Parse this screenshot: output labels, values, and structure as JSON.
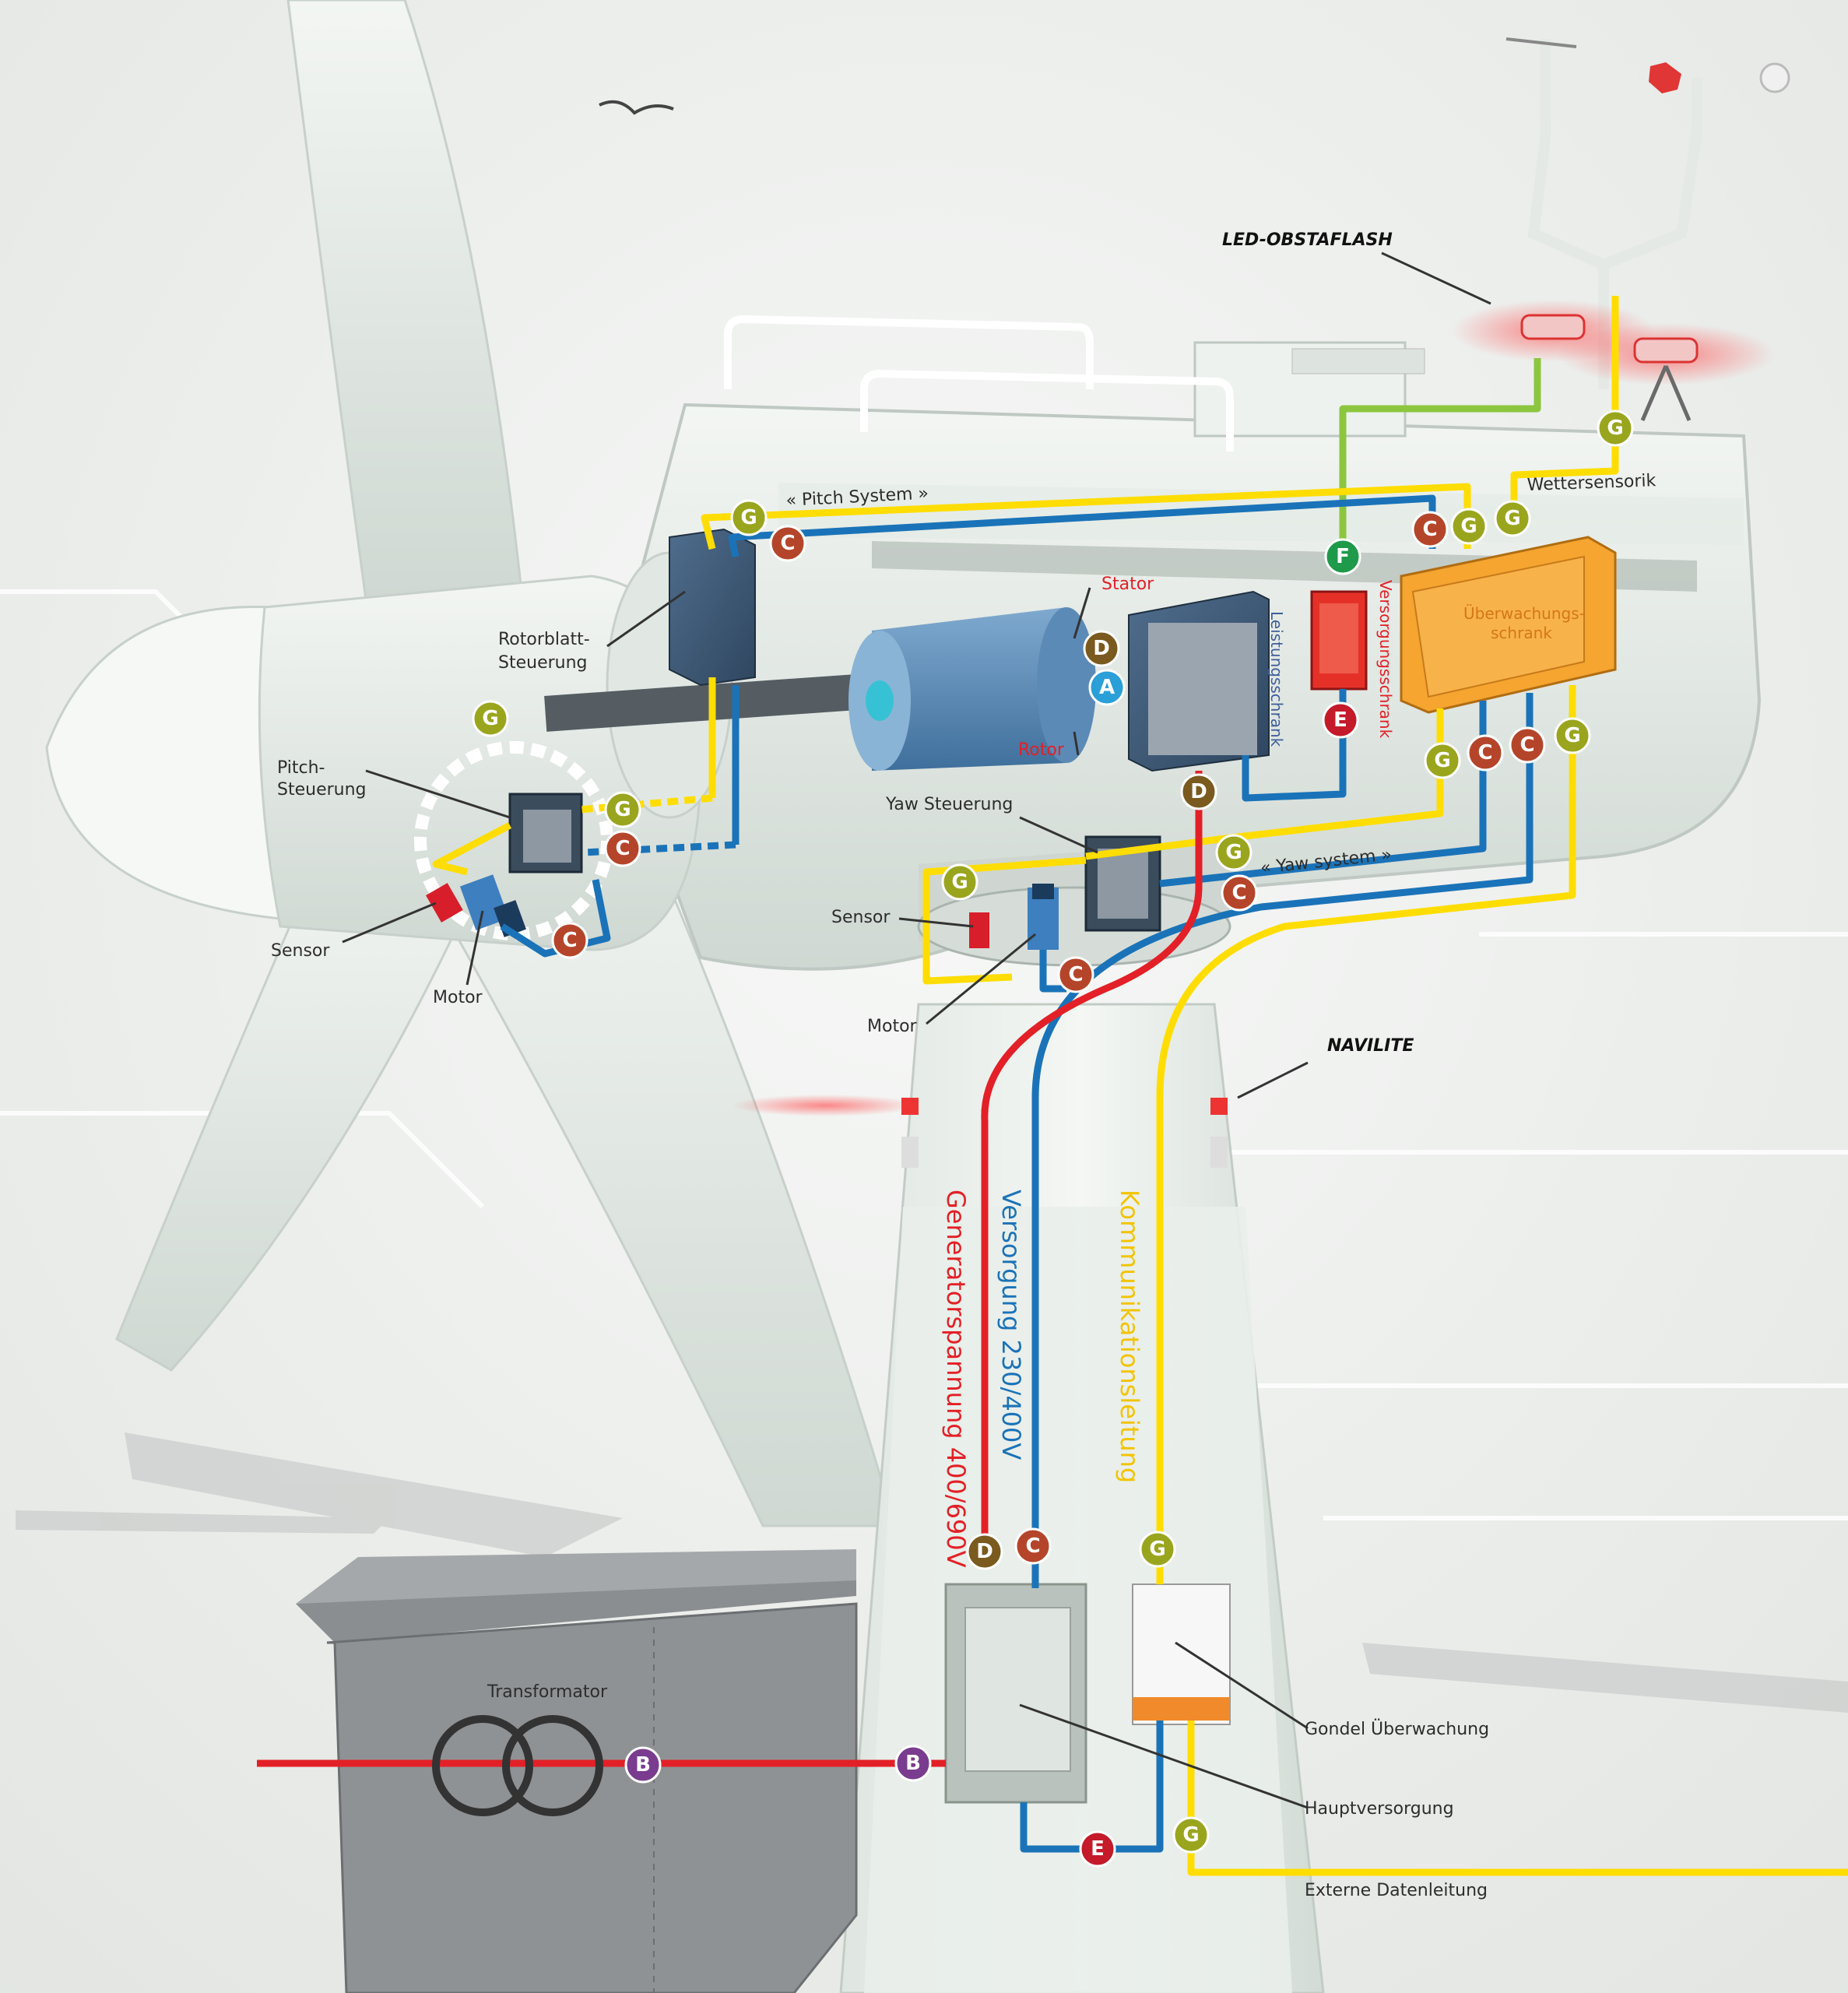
{
  "labels": {
    "led_obstaflash": "LED-OBSTAFLASH",
    "pitch_system": "« Pitch System »",
    "wettersensorik": "Wettersensorik",
    "stator": "Stator",
    "rotor": "Rotor",
    "leistungsschrank": "Leistungsschrank",
    "versorgungsschrank": "Versorgungsschrank",
    "ueberwachungsschrank_line1": "Überwachungs-",
    "ueberwachungsschrank_line2": "schrank",
    "rotorblatt_steuerung_line1": "Rotorblatt-",
    "rotorblatt_steuerung_line2": "Steuerung",
    "pitch_steuerung_line1": "Pitch-",
    "pitch_steuerung_line2": "Steuerung",
    "sensor_hub": "Sensor",
    "motor_hub": "Motor",
    "yaw_steuerung": "Yaw Steuerung",
    "yaw_system": "« Yaw system »",
    "sensor_yaw": "Sensor",
    "motor_yaw": "Motor",
    "navilite": "NAVILITE",
    "generatorspannung": "Generatorspannung 400/690V",
    "versorgung": "Versorgung 230/400V",
    "kommunikationsleitung": "Kommunikationsleitung",
    "transformator": "Transformator",
    "gondel_ueberwachung": "Gondel Überwachung",
    "hauptversorgung": "Hauptversorgung",
    "externe_datenleitung": "Externe Datenleitung"
  },
  "badges": {
    "A": "A",
    "B": "B",
    "C": "C",
    "D": "D",
    "E": "E",
    "F": "F",
    "G": "G"
  },
  "colors": {
    "badge_A": "#2a9fd8",
    "badge_B": "#7a3c8f",
    "badge_C": "#b5452a",
    "badge_D": "#7a5a1e",
    "badge_E": "#c41a2a",
    "badge_F": "#1f9a4a",
    "badge_G": "#9aa51e",
    "line_red": "#e32027",
    "line_blue": "#1a73b8",
    "line_yellow": "#ffdd00",
    "line_green": "#8cc63f",
    "cabinet_orange": "#f5a530",
    "cabinet_red": "#e53028"
  }
}
